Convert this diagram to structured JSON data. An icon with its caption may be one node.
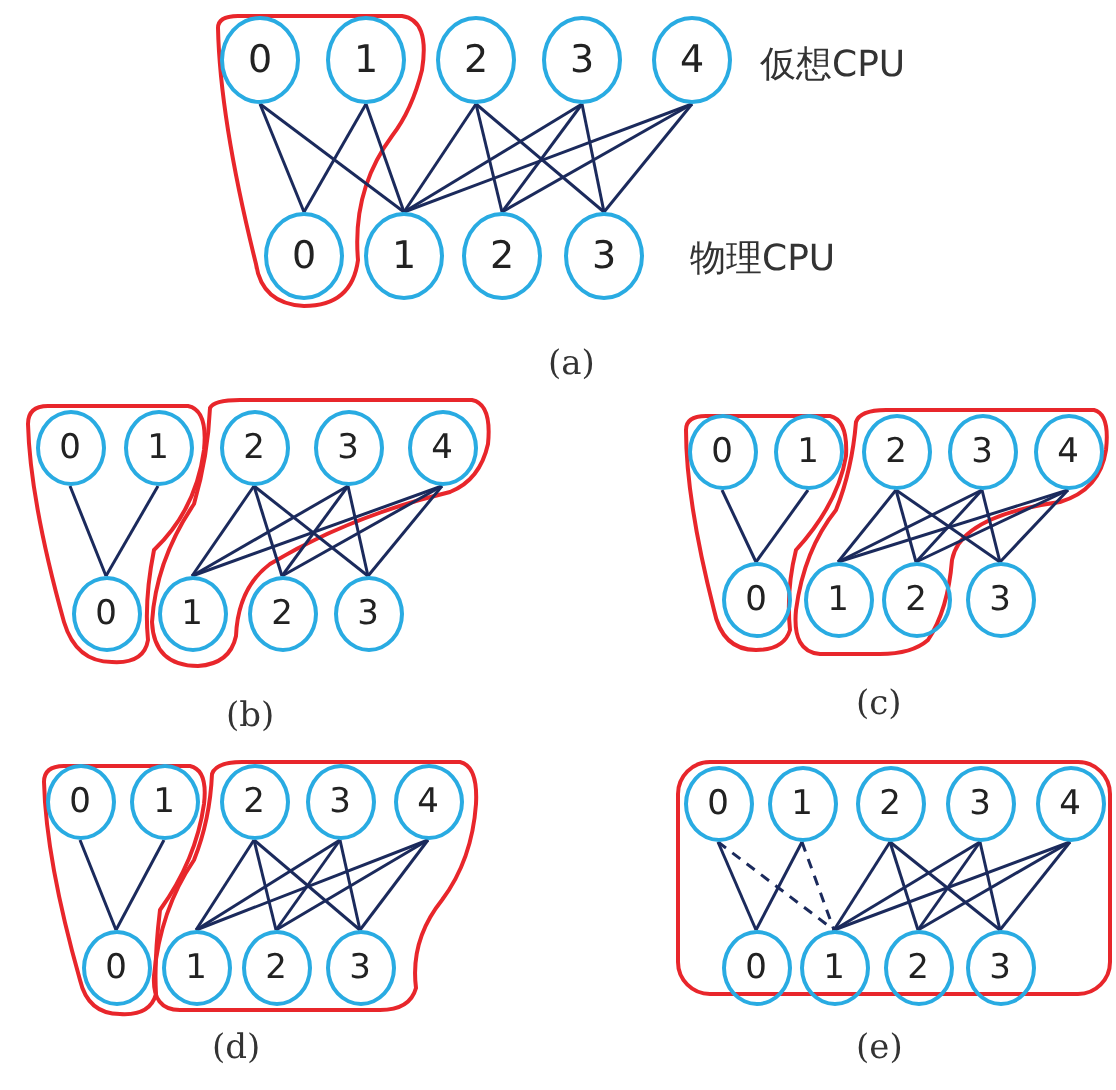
{
  "diagram": {
    "nodes": [
      {
        "text": [],
        "shape": "outline"
      },
      {
        "text": [
          "0"
        ],
        "in": 0
      },
      {
        "text": [
          "1"
        ],
        "in": 0
      },
      {
        "text": [
          "2"
        ]
      },
      {
        "text": [
          "3"
        ]
      },
      {
        "text": [
          "4"
        ]
      },
      {
        "text": [
          "0"
        ],
        "in": 0
      },
      {
        "text": [
          "1"
        ]
      },
      {
        "text": [
          "2"
        ]
      },
      {
        "text": [
          "3"
        ]
      },
      {
        "text": [],
        "shape": "outline"
      },
      {
        "text": [],
        "shape": "outline"
      },
      {
        "text": [
          "0"
        ],
        "in": 10
      },
      {
        "text": [
          "1"
        ],
        "in": 10
      },
      {
        "text": [
          "2"
        ],
        "in": 11
      },
      {
        "text": [
          "3"
        ],
        "in": 11
      },
      {
        "text": [
          "4"
        ],
        "in": 11
      },
      {
        "text": [
          "0"
        ],
        "in": 10
      },
      {
        "text": [
          "1"
        ],
        "in": 11
      },
      {
        "text": [
          "2"
        ]
      },
      {
        "text": [
          "3"
        ]
      },
      {
        "text": [],
        "shape": "outline"
      },
      {
        "text": [],
        "shape": "outline"
      },
      {
        "text": [
          "0"
        ],
        "in": 21
      },
      {
        "text": [
          "1"
        ],
        "in": 21
      },
      {
        "text": [
          "2"
        ],
        "in": 22
      },
      {
        "text": [
          "3"
        ],
        "in": 22
      },
      {
        "text": [
          "4"
        ],
        "in": 22
      },
      {
        "text": [
          "0"
        ],
        "in": 21
      },
      {
        "text": [
          "1"
        ],
        "in": 22
      },
      {
        "text": [
          "2"
        ],
        "in": 22
      },
      {
        "text": [
          "3"
        ]
      },
      {
        "text": [],
        "shape": "outline"
      },
      {
        "text": [],
        "shape": "outline"
      },
      {
        "text": [
          "0"
        ],
        "in": 32
      },
      {
        "text": [
          "1"
        ],
        "in": 32
      },
      {
        "text": [
          "2"
        ],
        "in": 33
      },
      {
        "text": [
          "3"
        ],
        "in": 33
      },
      {
        "text": [
          "4"
        ],
        "in": 33
      },
      {
        "text": [
          "0"
        ],
        "in": 32
      },
      {
        "text": [
          "1"
        ],
        "in": 33
      },
      {
        "text": [
          "2"
        ],
        "in": 33
      },
      {
        "text": [
          "3"
        ],
        "in": 33
      },
      {
        "text": [],
        "shape": "box"
      },
      {
        "text": [
          "0"
        ],
        "in": 43
      },
      {
        "text": [
          "1"
        ],
        "in": 43
      },
      {
        "text": [
          "2"
        ],
        "in": 43
      },
      {
        "text": [
          "3"
        ],
        "in": 43
      },
      {
        "text": [
          "4"
        ],
        "in": 43
      },
      {
        "text": [
          "0"
        ],
        "in": 43
      },
      {
        "text": [
          "1"
        ],
        "in": 43
      },
      {
        "text": [
          "2"
        ],
        "in": 43
      },
      {
        "text": [
          "3"
        ],
        "in": 43
      }
    ],
    "edges": [
      {
        "from": 1,
        "to": 6,
        "arrow": "none"
      },
      {
        "from": 1,
        "to": 7,
        "arrow": "none"
      },
      {
        "from": 2,
        "to": 6,
        "arrow": "none"
      },
      {
        "from": 2,
        "to": 7,
        "arrow": "none"
      },
      {
        "from": 3,
        "to": 7,
        "arrow": "none"
      },
      {
        "from": 3,
        "to": 8,
        "arrow": "none"
      },
      {
        "from": 3,
        "to": 9,
        "arrow": "none"
      },
      {
        "from": 4,
        "to": 7,
        "arrow": "none"
      },
      {
        "from": 4,
        "to": 8,
        "arrow": "none"
      },
      {
        "from": 4,
        "to": 9,
        "arrow": "none"
      },
      {
        "from": 5,
        "to": 7,
        "arrow": "none"
      },
      {
        "from": 5,
        "to": 8,
        "arrow": "none"
      },
      {
        "from": 5,
        "to": 9,
        "arrow": "none"
      },
      {
        "from": 12,
        "to": 17,
        "arrow": "none"
      },
      {
        "from": 13,
        "to": 17,
        "arrow": "none"
      },
      {
        "from": 14,
        "to": 18,
        "arrow": "none"
      },
      {
        "from": 14,
        "to": 19,
        "arrow": "none"
      },
      {
        "from": 14,
        "to": 20,
        "arrow": "none"
      },
      {
        "from": 15,
        "to": 18,
        "arrow": "none"
      },
      {
        "from": 15,
        "to": 19,
        "arrow": "none"
      },
      {
        "from": 15,
        "to": 20,
        "arrow": "none"
      },
      {
        "from": 16,
        "to": 18,
        "arrow": "none"
      },
      {
        "from": 16,
        "to": 19,
        "arrow": "none"
      },
      {
        "from": 16,
        "to": 20,
        "arrow": "none"
      },
      {
        "from": 23,
        "to": 28,
        "arrow": "none"
      },
      {
        "from": 24,
        "to": 28,
        "arrow": "none"
      },
      {
        "from": 25,
        "to": 29,
        "arrow": "none"
      },
      {
        "from": 25,
        "to": 30,
        "arrow": "none"
      },
      {
        "from": 25,
        "to": 31,
        "arrow": "none"
      },
      {
        "from": 26,
        "to": 29,
        "arrow": "none"
      },
      {
        "from": 26,
        "to": 30,
        "arrow": "none"
      },
      {
        "from": 26,
        "to": 31,
        "arrow": "none"
      },
      {
        "from": 27,
        "to": 29,
        "arrow": "none"
      },
      {
        "from": 27,
        "to": 30,
        "arrow": "none"
      },
      {
        "from": 27,
        "to": 31,
        "arrow": "none"
      },
      {
        "from": 34,
        "to": 39,
        "arrow": "none"
      },
      {
        "from": 35,
        "to": 39,
        "arrow": "none"
      },
      {
        "from": 36,
        "to": 40,
        "arrow": "none"
      },
      {
        "from": 36,
        "to": 41,
        "arrow": "none"
      },
      {
        "from": 36,
        "to": 42,
        "arrow": "none"
      },
      {
        "from": 37,
        "to": 40,
        "arrow": "none"
      },
      {
        "from": 37,
        "to": 41,
        "arrow": "none"
      },
      {
        "from": 37,
        "to": 42,
        "arrow": "none"
      },
      {
        "from": 38,
        "to": 40,
        "arrow": "none"
      },
      {
        "from": 38,
        "to": 41,
        "arrow": "none"
      },
      {
        "from": 38,
        "to": 42,
        "arrow": "none"
      },
      {
        "from": 44,
        "to": 49,
        "arrow": "none"
      },
      {
        "from": 44,
        "to": 50,
        "arrow": "none",
        "style": "dashed"
      },
      {
        "from": 45,
        "to": 49,
        "arrow": "none"
      },
      {
        "from": 45,
        "to": 50,
        "arrow": "none",
        "style": "dashed"
      },
      {
        "from": 46,
        "to": 50,
        "arrow": "none"
      },
      {
        "from": 46,
        "to": 51,
        "arrow": "none"
      },
      {
        "from": 46,
        "to": 52,
        "arrow": "none"
      },
      {
        "from": 47,
        "to": 50,
        "arrow": "none"
      },
      {
        "from": 47,
        "to": 51,
        "arrow": "none"
      },
      {
        "from": 47,
        "to": 52,
        "arrow": "none"
      },
      {
        "from": 48,
        "to": 50,
        "arrow": "none"
      },
      {
        "from": 48,
        "to": 51,
        "arrow": "none"
      },
      {
        "from": 48,
        "to": 52,
        "arrow": "none"
      }
    ],
    "labels": [
      "仮想CPU",
      "物理CPU",
      "(a)",
      "(b)",
      "(c)",
      "(d)",
      "(e)"
    ]
  }
}
